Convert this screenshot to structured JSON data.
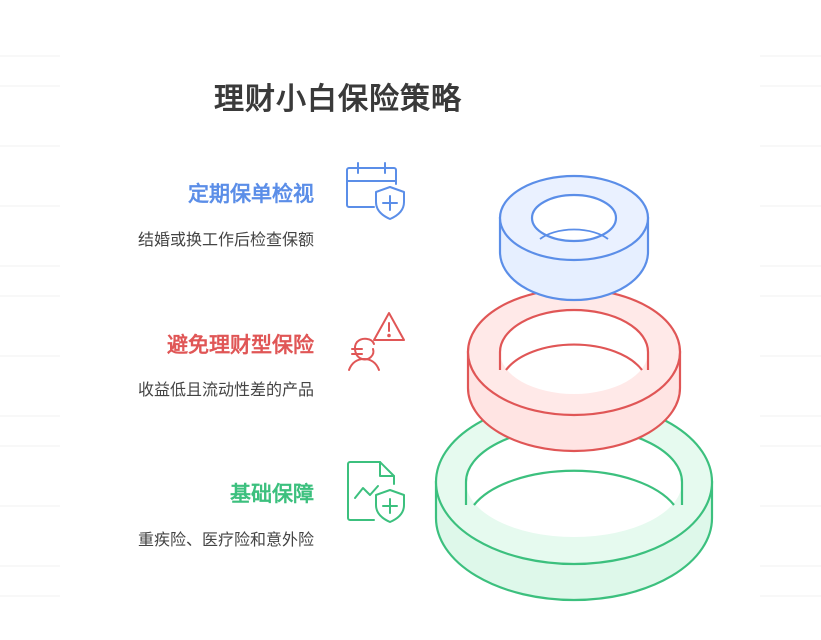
{
  "title": "理财小白保险策略",
  "colors": {
    "blue": "#5b8ee8",
    "red": "#e05656",
    "green": "#3cc07e",
    "title": "#3a3a3a",
    "text": "#444444"
  },
  "steps": [
    {
      "heading": "定期保单检视",
      "description": "结婚或换工作后检查保额",
      "icon": "calendar-shield-icon",
      "color": "#5b8ee8"
    },
    {
      "heading": "避免理财型保险",
      "description": "收益低且流动性差的产品",
      "icon": "person-warning-icon",
      "color": "#e05656"
    },
    {
      "heading": "基础保障",
      "description": "重疾险、医疗险和意外险",
      "icon": "document-shield-icon",
      "color": "#3cc07e"
    }
  ]
}
